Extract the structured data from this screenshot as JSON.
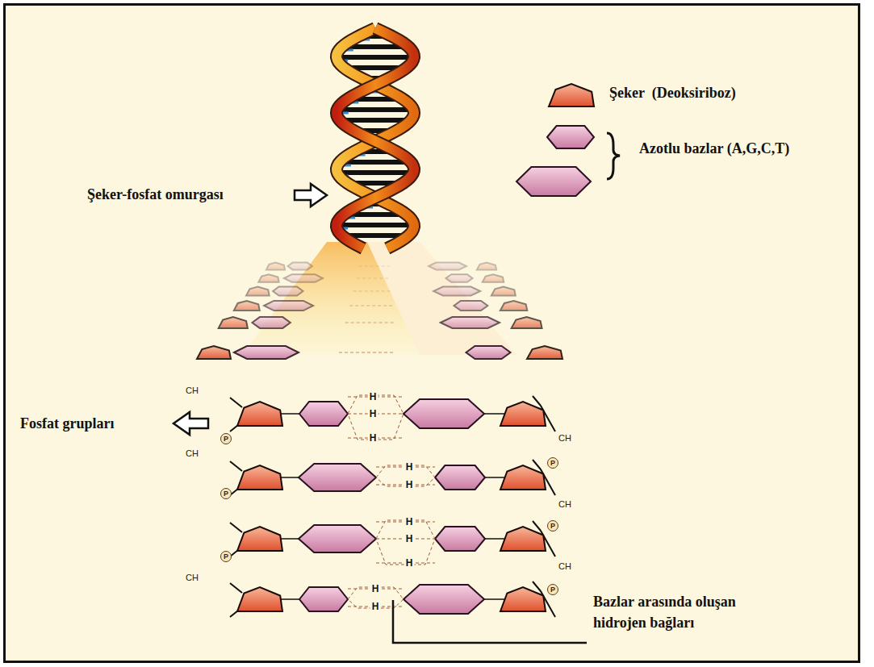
{
  "diagram": {
    "nodes": [
      {
        "text": [
          "P"
        ]
      },
      {
        "text": [
          "P"
        ]
      },
      {
        "text": [
          "P"
        ]
      },
      {
        "text": [
          "P"
        ]
      },
      {
        "text": [
          "P"
        ]
      },
      {
        "text": [
          "P"
        ]
      }
    ],
    "labels": [
      "Şeker-fosfat omurgası",
      "Fosfat grupları",
      "Bazlar arasında oluşan hidrojen bağları",
      "CH",
      "CH",
      "CH",
      "CH",
      "CH",
      "CH",
      "H",
      "H",
      "H",
      "H",
      "H",
      "H",
      "H",
      "H",
      "H",
      "H"
    ],
    "legend": [
      {
        "text": "Şeker  (Deoksiriboz)"
      },
      {
        "text": "Azotlu bazlar (A,G,C,T)"
      }
    ]
  }
}
